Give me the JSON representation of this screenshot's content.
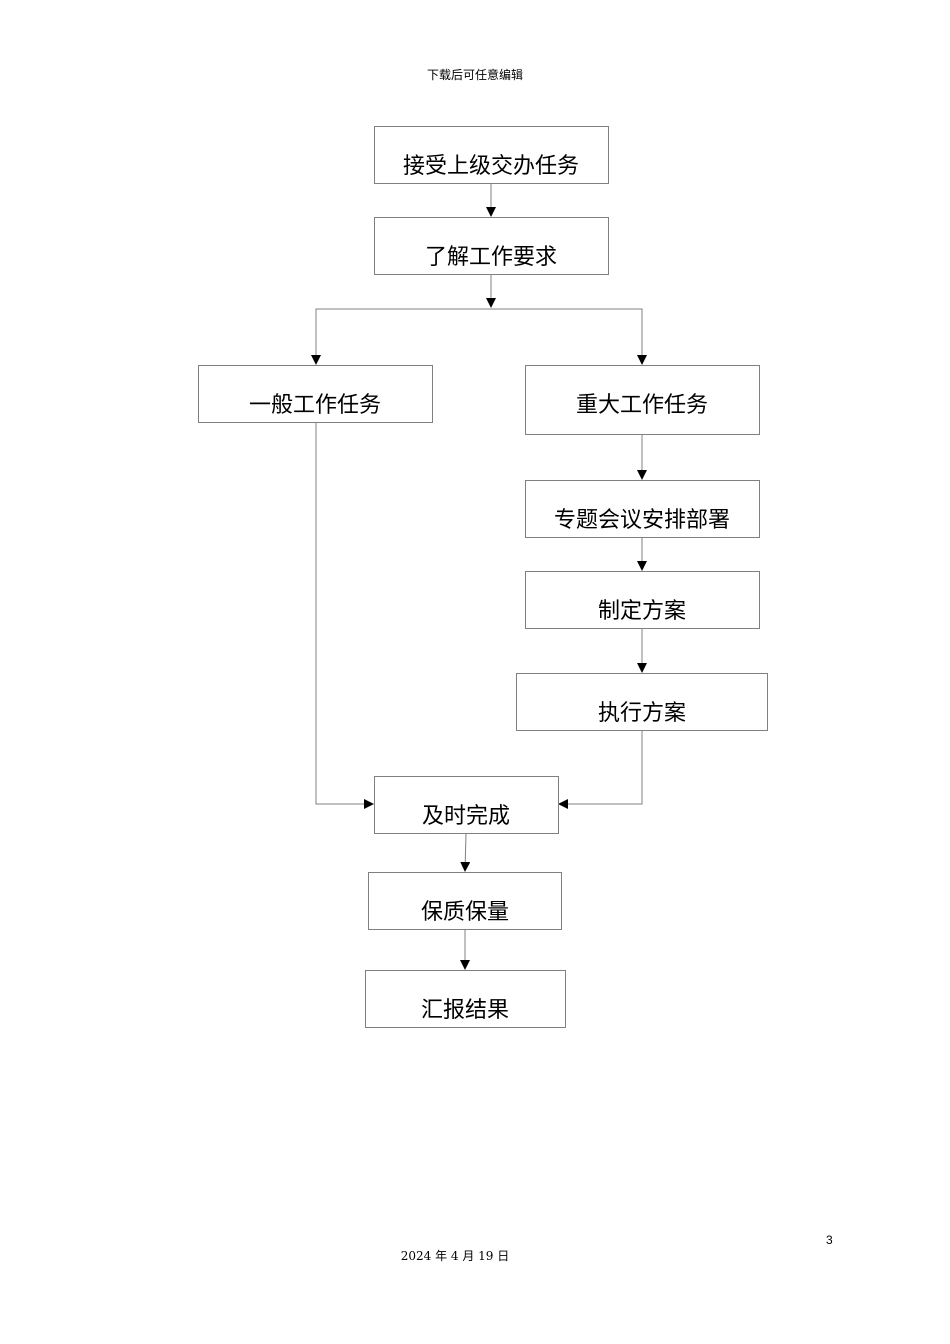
{
  "header": {
    "text": "下载后可任意编辑"
  },
  "flowchart": {
    "nodes": {
      "receive_task": "接受上级交办任务",
      "understand_requirements": "了解工作要求",
      "general_task": "一般工作任务",
      "major_task": "重大工作任务",
      "special_meeting": "专题会议安排部署",
      "make_plan": "制定方案",
      "execute_plan": "执行方案",
      "complete_on_time": "及时完成",
      "quality_assurance": "保质保量",
      "report_results": "汇报结果"
    }
  },
  "footer": {
    "page_number": "3",
    "date": "2024 年 4 月 19 日"
  }
}
